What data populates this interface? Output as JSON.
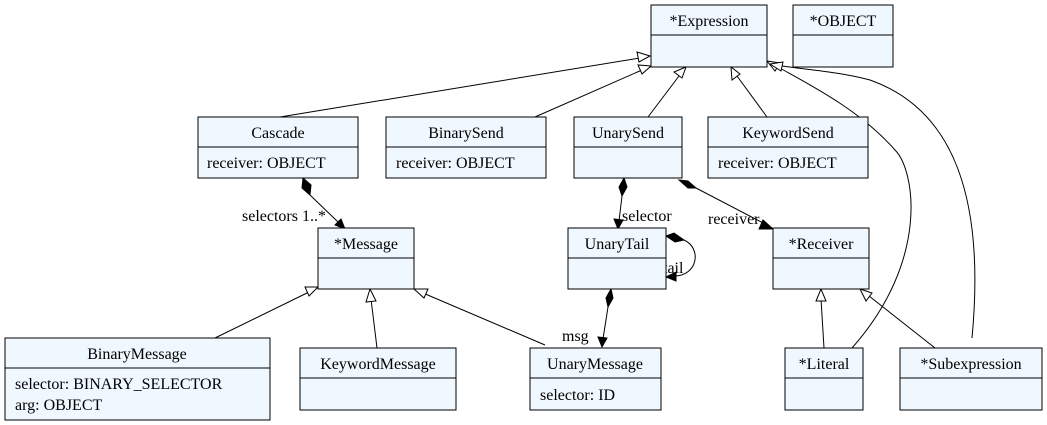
{
  "classes": {
    "expression": {
      "name": "*Expression",
      "attrs": []
    },
    "object": {
      "name": "*OBJECT",
      "attrs": []
    },
    "cascade": {
      "name": "Cascade",
      "attrs": [
        "receiver: OBJECT"
      ]
    },
    "binary_send": {
      "name": "BinarySend",
      "attrs": [
        "receiver: OBJECT"
      ]
    },
    "unary_send": {
      "name": "UnarySend",
      "attrs": []
    },
    "keyword_send": {
      "name": "KeywordSend",
      "attrs": [
        "receiver: OBJECT"
      ]
    },
    "message": {
      "name": "*Message",
      "attrs": []
    },
    "unary_tail": {
      "name": "UnaryTail",
      "attrs": []
    },
    "receiver": {
      "name": "*Receiver",
      "attrs": []
    },
    "binary_message": {
      "name": "BinaryMessage",
      "attrs": [
        "selector: BINARY_SELECTOR",
        "arg: OBJECT"
      ]
    },
    "keyword_message": {
      "name": "KeywordMessage",
      "attrs": []
    },
    "unary_message": {
      "name": "UnaryMessage",
      "attrs": [
        "selector: ID"
      ]
    },
    "literal": {
      "name": "*Literal",
      "attrs": []
    },
    "subexpression": {
      "name": "*Subexpression",
      "attrs": []
    }
  },
  "edge_labels": {
    "selectors": "selectors 1..*",
    "selector": "selector",
    "receiver": "receiver",
    "tail": "tail",
    "msg": "msg"
  },
  "colors": {
    "box_fill": "#f0f8ff",
    "stroke": "#000000"
  }
}
